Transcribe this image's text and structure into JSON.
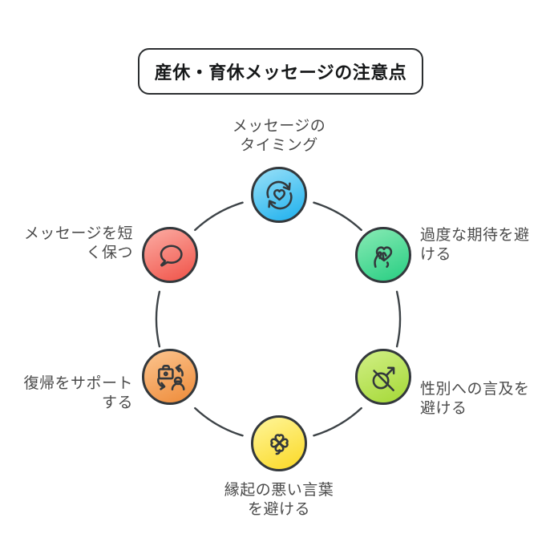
{
  "title": "産休・育休メッセージの注意点",
  "palette": {
    "background": "#ffffff",
    "outline": "#33383c",
    "connector": "#3d4347",
    "label_text": "#4b4b4b",
    "title_text": "#161819",
    "title_border": "#2b2e30"
  },
  "nodes": [
    {
      "id": "message-timing",
      "icon": "sync-heart-icon",
      "lines": [
        "メッセージの",
        "タイミング"
      ],
      "fill_light": "#93def8",
      "fill_dark": "#27b4ee"
    },
    {
      "id": "avoid-excessive-expectations",
      "icon": "hand-holding-heart-icon",
      "lines": [
        "過度な期待を避",
        "ける"
      ],
      "fill_light": "#83e9b2",
      "fill_dark": "#2fd086"
    },
    {
      "id": "avoid-gender-references",
      "icon": "no-gender-symbol-icon",
      "lines": [
        "性別への言及を",
        "避ける"
      ],
      "fill_light": "#cfee82",
      "fill_dark": "#a8da3c"
    },
    {
      "id": "avoid-ominous-words",
      "icon": "four-leaf-clover-icon",
      "lines": [
        "縁起の悪い言葉",
        "を避ける"
      ],
      "fill_light": "#fff494",
      "fill_dark": "#fbdb2e"
    },
    {
      "id": "support-return-to-work",
      "icon": "work-return-cycle-icon",
      "lines": [
        "復帰をサポート",
        "する"
      ],
      "fill_light": "#fbc28b",
      "fill_dark": "#ef8f3f"
    },
    {
      "id": "keep-message-short",
      "icon": "speech-bubble-icon",
      "lines": [
        "メッセージを短",
        "く保つ"
      ],
      "fill_light": "#fba89f",
      "fill_dark": "#f1594f"
    }
  ]
}
